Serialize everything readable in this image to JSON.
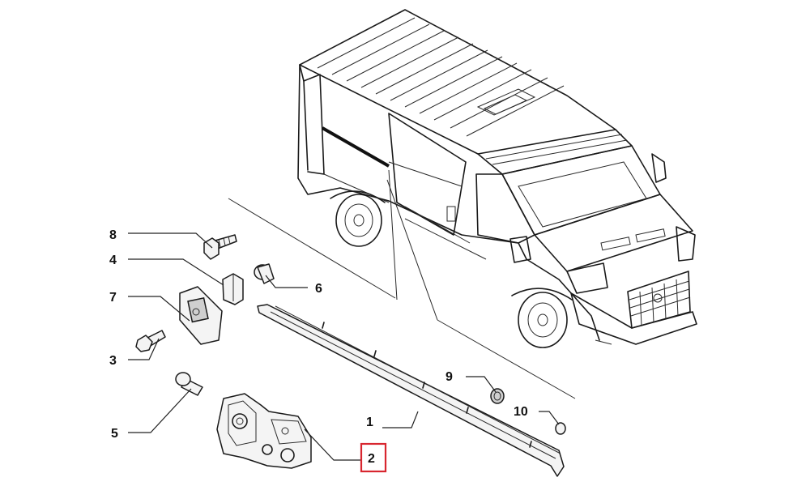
{
  "callouts": {
    "c1": "1",
    "c2": "2",
    "c3": "3",
    "c4": "4",
    "c5": "5",
    "c6": "6",
    "c7": "7",
    "c8": "8",
    "c9": "9",
    "c10": "10"
  },
  "highlighted_callout": "2",
  "colors": {
    "line": "#1a1a1a",
    "highlight": "#d8262f",
    "background": "#ffffff"
  }
}
